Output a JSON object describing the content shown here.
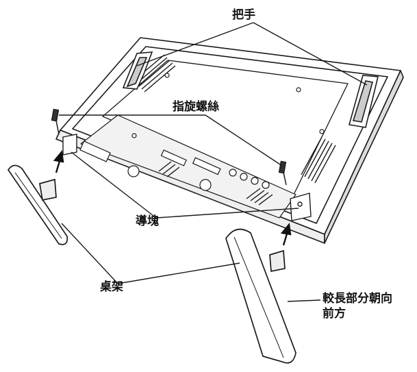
{
  "labels": {
    "handle": "把手",
    "thumbscrew": "指旋螺絲",
    "guide_block": "導塊",
    "stand": "桌架",
    "longer_forward_line1": "較長部分朝向",
    "longer_forward_line2": "前方"
  },
  "colors": {
    "line": "#1a1a1a",
    "panel_fill": "#ffffff",
    "shade": "#c8c8c8"
  }
}
